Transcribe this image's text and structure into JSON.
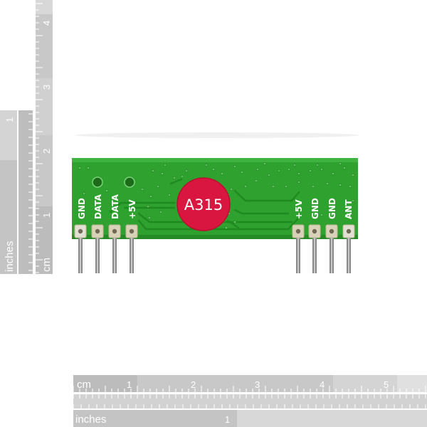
{
  "rulers": {
    "left": {
      "inches_label": "inches",
      "cm_label": "cm",
      "inch_numbers": [
        "1"
      ],
      "cm_numbers": [
        "1",
        "2",
        "3",
        "4"
      ]
    },
    "bottom": {
      "cm_label": "cm",
      "inches_label": "inches",
      "cm_numbers": [
        "1",
        "2",
        "3",
        "4",
        "5"
      ],
      "inch_numbers": [
        "1"
      ]
    }
  },
  "board": {
    "chip_label": "A315",
    "pin_labels_left": [
      "GND",
      "DATA",
      "DATA",
      "+5V"
    ],
    "pin_labels_right": [
      "+5V",
      "GND",
      "GND",
      "ANT"
    ]
  },
  "colors": {
    "pcb_green": "#2fa12f",
    "chip_red": "#d9163f",
    "ruler_gray": "#c8c8c8",
    "ruler_dark": "#b4b4b4",
    "pin_metal": "#8a8a8a",
    "pad_gold": "#d7d2b8"
  }
}
